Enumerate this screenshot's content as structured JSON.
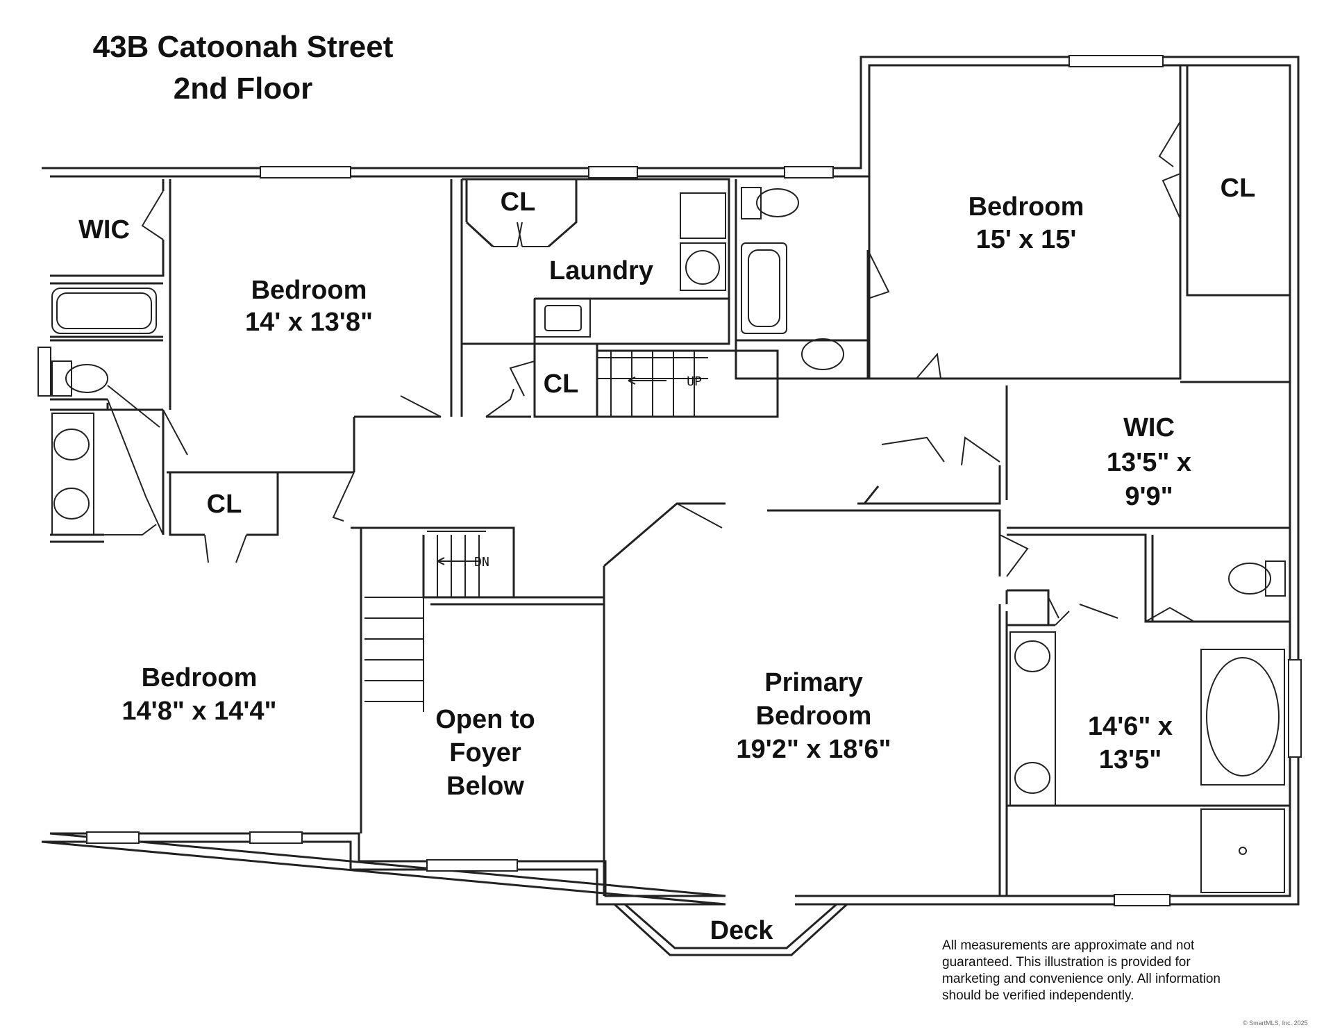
{
  "header": {
    "address": "43B Catoonah Street",
    "floor": "2nd Floor"
  },
  "rooms": {
    "wic_left": "WIC",
    "bedroom_nw_name": "Bedroom",
    "bedroom_nw_size": "14' x 13'8\"",
    "cl_laundry": "CL",
    "laundry": "Laundry",
    "cl_stair": "CL",
    "stair_up": "UP",
    "bedroom_ne_name": "Bedroom",
    "bedroom_ne_size": "15' x 15'",
    "cl_ne": "CL",
    "cl_hall": "CL",
    "stair_dn": "DN",
    "wic_primary_name": "WIC",
    "wic_primary_size_1": "13'5\" x",
    "wic_primary_size_2": "9'9\"",
    "bedroom_sw_name": "Bedroom",
    "bedroom_sw_size": "14'8\" x 14'4\"",
    "open_foyer_1": "Open to",
    "open_foyer_2": "Foyer",
    "open_foyer_3": "Below",
    "primary_1": "Primary",
    "primary_2": "Bedroom",
    "primary_3": "19'2\" x 18'6\"",
    "bath_size_1": "14'6\" x",
    "bath_size_2": "13'5\"",
    "deck": "Deck"
  },
  "footer": {
    "disclaimer_lines": [
      "All measurements are approximate and not",
      "guaranteed. This illustration is provided for",
      "marketing and convenience only. All information",
      "should be verified independently."
    ],
    "copyright": "© SmartMLS, Inc. 2025"
  }
}
